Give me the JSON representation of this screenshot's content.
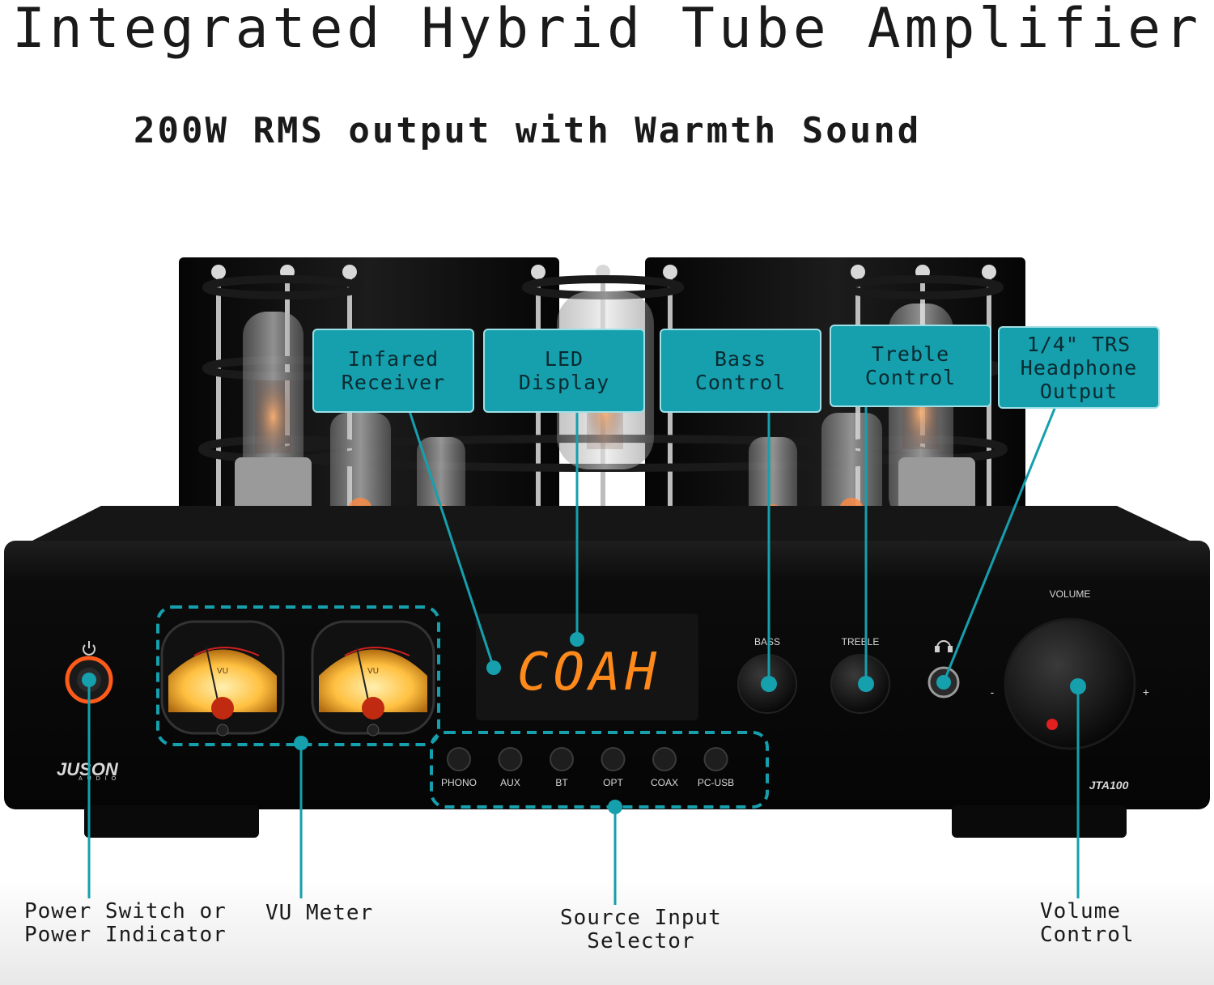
{
  "title": "Integrated Hybrid Tube Amplifier",
  "subtitle": "200W RMS output with Warmth Sound",
  "callouts": {
    "infrared": "Infared\nReceiver",
    "led": "LED\nDisplay",
    "bass": "Bass\nControl",
    "treble": "Treble\nControl",
    "headphone": "1/4\" TRS\nHeadphone\nOutput"
  },
  "bottom_labels": {
    "power": "Power Switch or\nPower Indicator",
    "vu": "VU Meter",
    "source": "Source Input\nSelector",
    "volume": "Volume\nControl"
  },
  "panel": {
    "display_text": "COAH",
    "bass_label": "BASS",
    "treble_label": "TREBLE",
    "volume_label": "VOLUME",
    "volume_minus": "-",
    "volume_plus": "+",
    "model": "JTA100",
    "brand": "JUSON",
    "brand_sub": "AUDIO",
    "vu_label": "VU",
    "source_buttons": [
      "PHONO",
      "AUX",
      "BT",
      "OPT",
      "COAX",
      "PC-USB"
    ]
  },
  "colors": {
    "accent": "#169fad",
    "display": "#ff8a1c",
    "body": "#0b0b0b"
  }
}
